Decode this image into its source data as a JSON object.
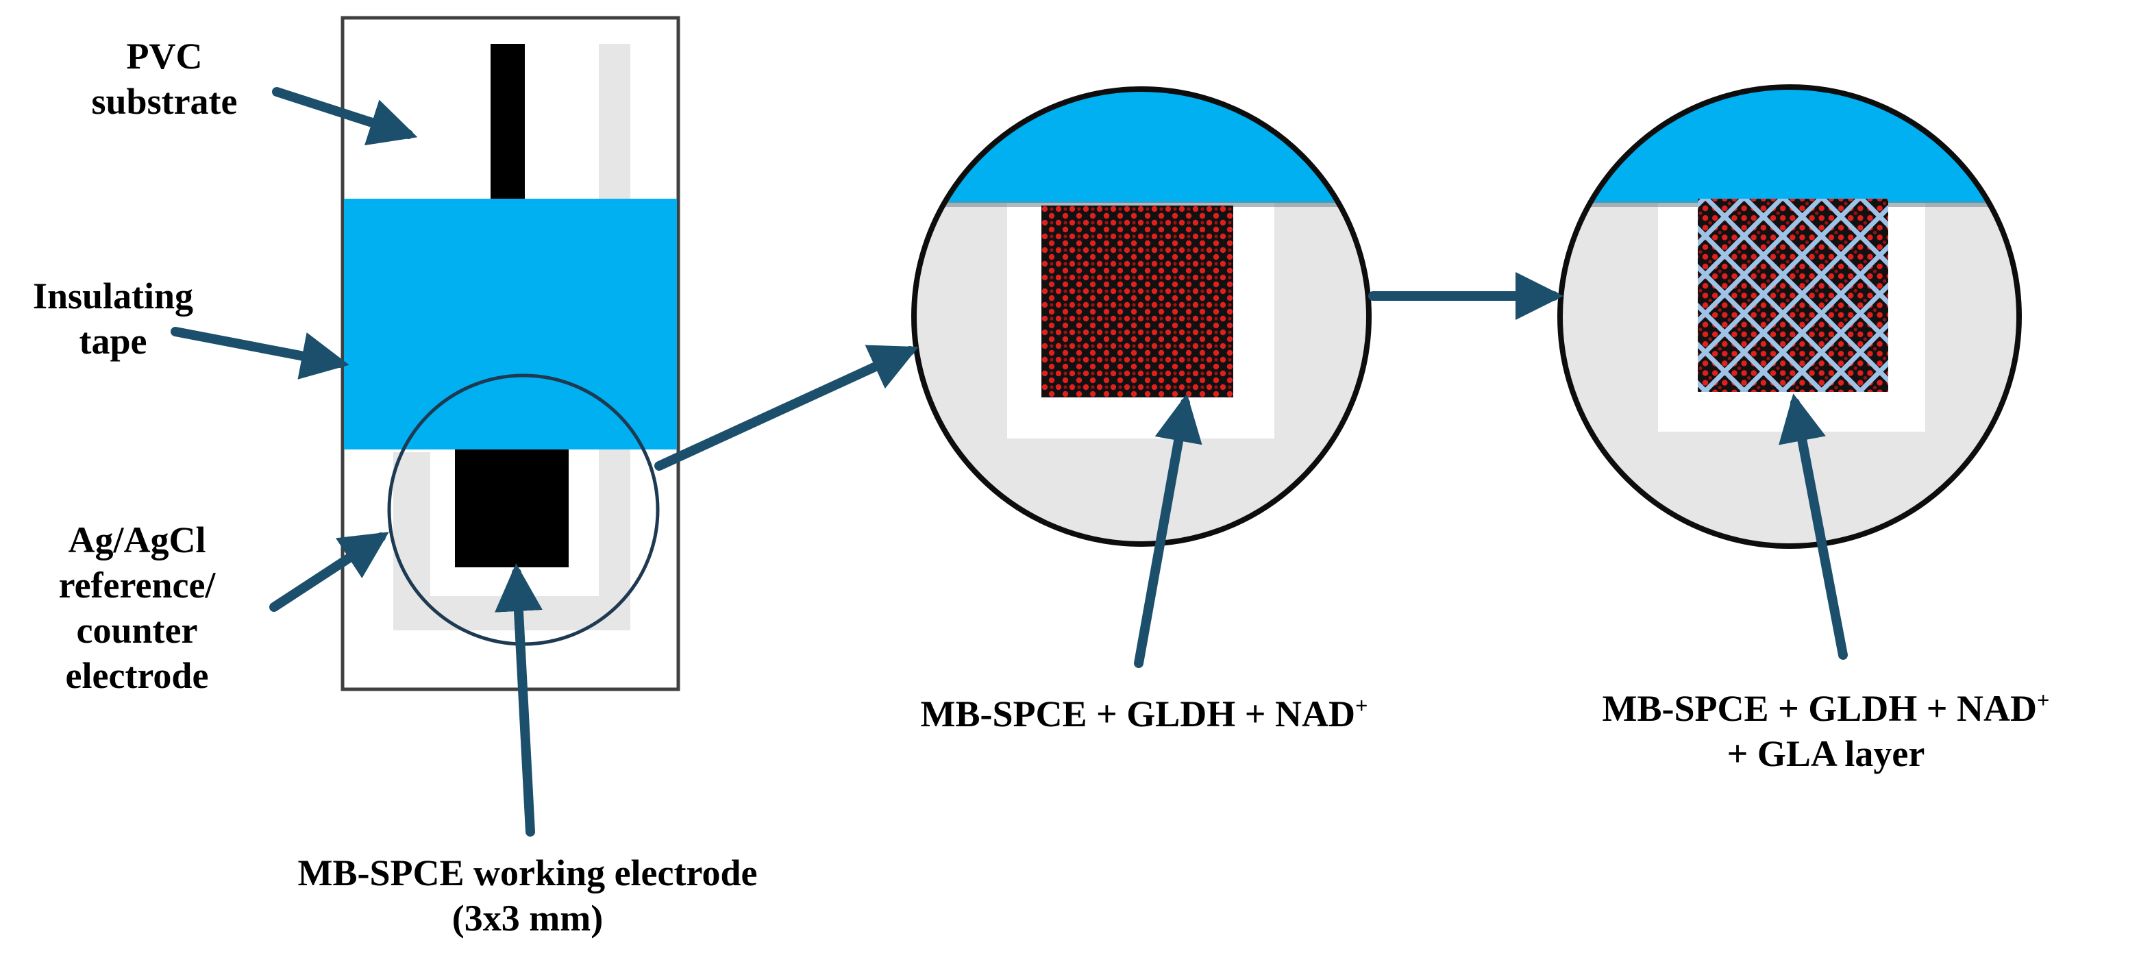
{
  "colors": {
    "tape": "#00b0f0",
    "electrode": "#000000",
    "reference_trace": "#e6e6e6",
    "substrate_border": "#404040",
    "arrow": "#1b4f6b",
    "enzyme_dots": "#e0201e",
    "gla_mesh": "#9ec3e6"
  },
  "labels": {
    "pvc_line1": "PVC",
    "pvc_line2": "substrate",
    "tape_line1": "Insulating",
    "tape_line2": "tape",
    "ref_line1": "Ag/AgCl",
    "ref_line2": "reference/",
    "ref_line3": "counter",
    "ref_line4": "electrode",
    "we_line1": "MB-SPCE working electrode",
    "we_line2": "(3x3 mm)",
    "step1": "MB-SPCE + GLDH + NAD",
    "step1_sup": "+",
    "step2_line1": "MB-SPCE + GLDH + NAD",
    "step2_line1_sup": "+",
    "step2_line2": "+ GLA layer"
  }
}
